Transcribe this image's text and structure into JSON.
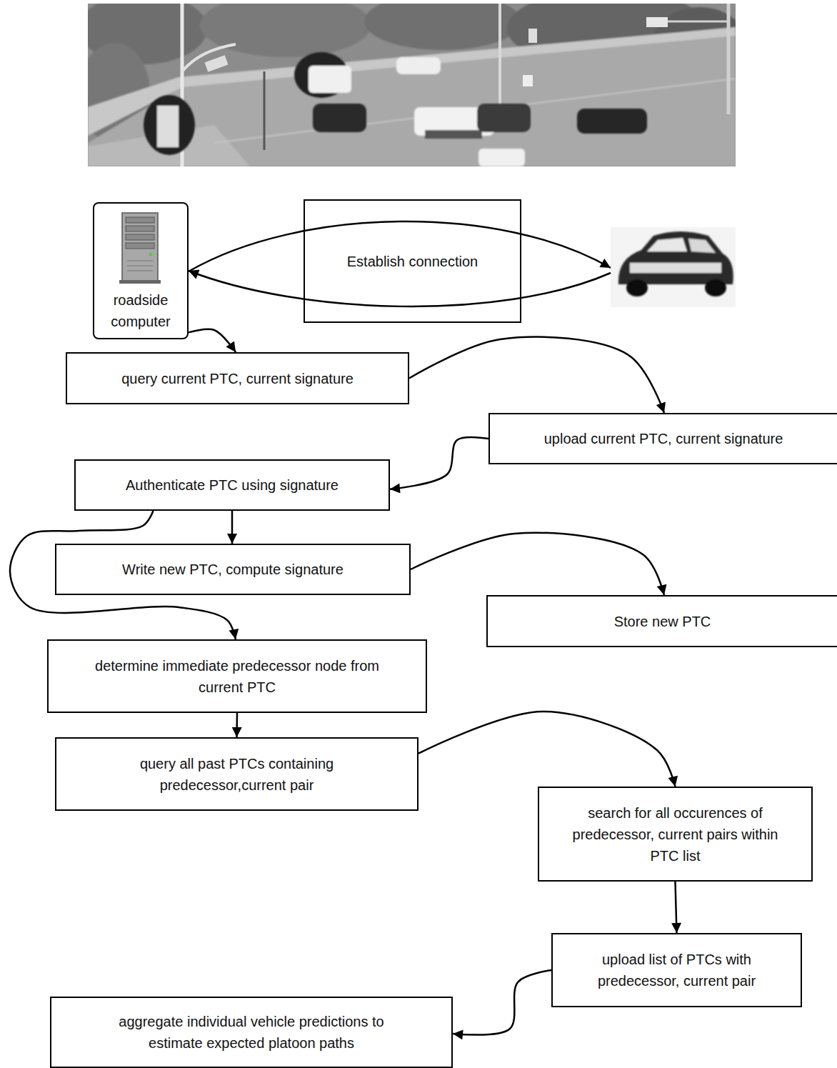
{
  "diagram": {
    "nodes": [
      {
        "text": [
          "roadside computer"
        ]
      },
      {
        "text": [
          "Establish connection"
        ]
      },
      {
        "text": [
          "query current PTC, current signature"
        ]
      },
      {
        "text": [
          "upload current PTC, current signature"
        ]
      },
      {
        "text": [
          "Authenticate PTC using signature"
        ]
      },
      {
        "text": [
          "Write new PTC, compute signature"
        ]
      },
      {
        "text": [
          "Store new PTC"
        ]
      },
      {
        "text": [
          "determine immediate predecessor node from current PTC"
        ]
      },
      {
        "text": [
          "query all past PTCs containing predecessor,current pair"
        ]
      },
      {
        "text": [
          "search for all occurences of predecessor, current pairs within PTC list"
        ]
      },
      {
        "text": [
          "upload list of PTCs with predecessor, current pair"
        ]
      },
      {
        "text": [
          "aggregate individual vehicle predictions to estimate expected platoon paths"
        ]
      }
    ],
    "edges": [
      {
        "from": 0,
        "to": 2,
        "arrow": "to"
      },
      {
        "from": 2,
        "to": 3,
        "arrow": "to"
      },
      {
        "from": 3,
        "to": 4,
        "arrow": "to"
      },
      {
        "from": 4,
        "to": 5,
        "arrow": "to"
      },
      {
        "from": 4,
        "to": 7,
        "arrow": "to"
      },
      {
        "from": 5,
        "to": 6,
        "arrow": "to"
      },
      {
        "from": 7,
        "to": 8,
        "arrow": "to"
      },
      {
        "from": 8,
        "to": 9,
        "arrow": "to"
      },
      {
        "from": 9,
        "to": 10,
        "arrow": "to"
      },
      {
        "from": 10,
        "to": 11,
        "arrow": "to"
      }
    ]
  }
}
